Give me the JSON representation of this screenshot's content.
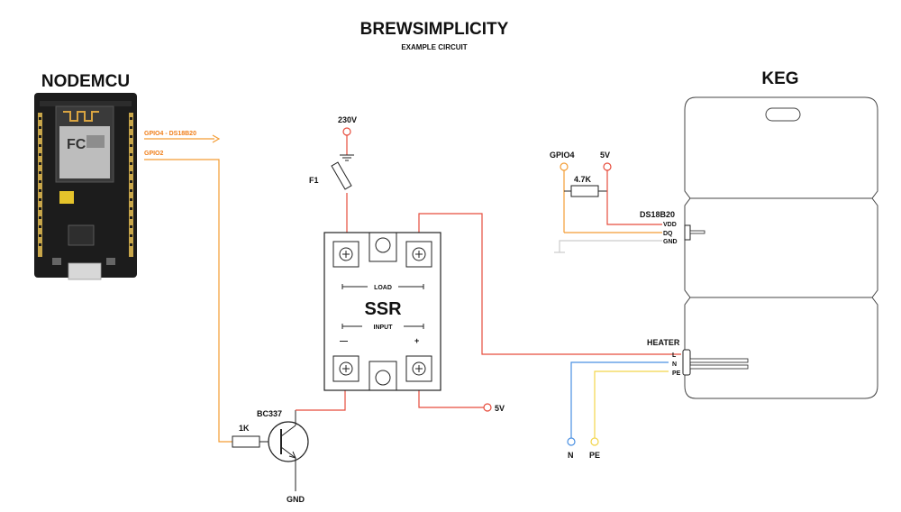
{
  "title": "BREWSIMPLICITY",
  "subtitle": "EXAMPLE CIRCUIT",
  "nodemcu": {
    "label": "NODEMCU",
    "signal_1": "GPIO4 - DS18B20",
    "signal_2": "GPIO2"
  },
  "keg": {
    "label": "KEG"
  },
  "power": {
    "label": "230V",
    "fuse": "F1"
  },
  "ssr": {
    "label": "SSR",
    "load": "LOAD",
    "input": "INPUT",
    "minus": "—",
    "plus": "+",
    "supply": "5V"
  },
  "transistor": {
    "label": "BC337",
    "resistor": "1K",
    "ground": "GND"
  },
  "sensor": {
    "gpio": "GPIO4",
    "vcc": "5V",
    "pullup": "4.7K",
    "name": "DS18B20",
    "pins": [
      "VDD",
      "DQ",
      "GND"
    ]
  },
  "heater": {
    "name": "HEATER",
    "pins": [
      "L",
      "N",
      "PE"
    ],
    "neutral": "N",
    "earth": "PE"
  },
  "colors": {
    "red": "#e74c3c",
    "orange": "#f39c34",
    "blue": "#4a90e2",
    "yellow": "#f2d54a"
  }
}
